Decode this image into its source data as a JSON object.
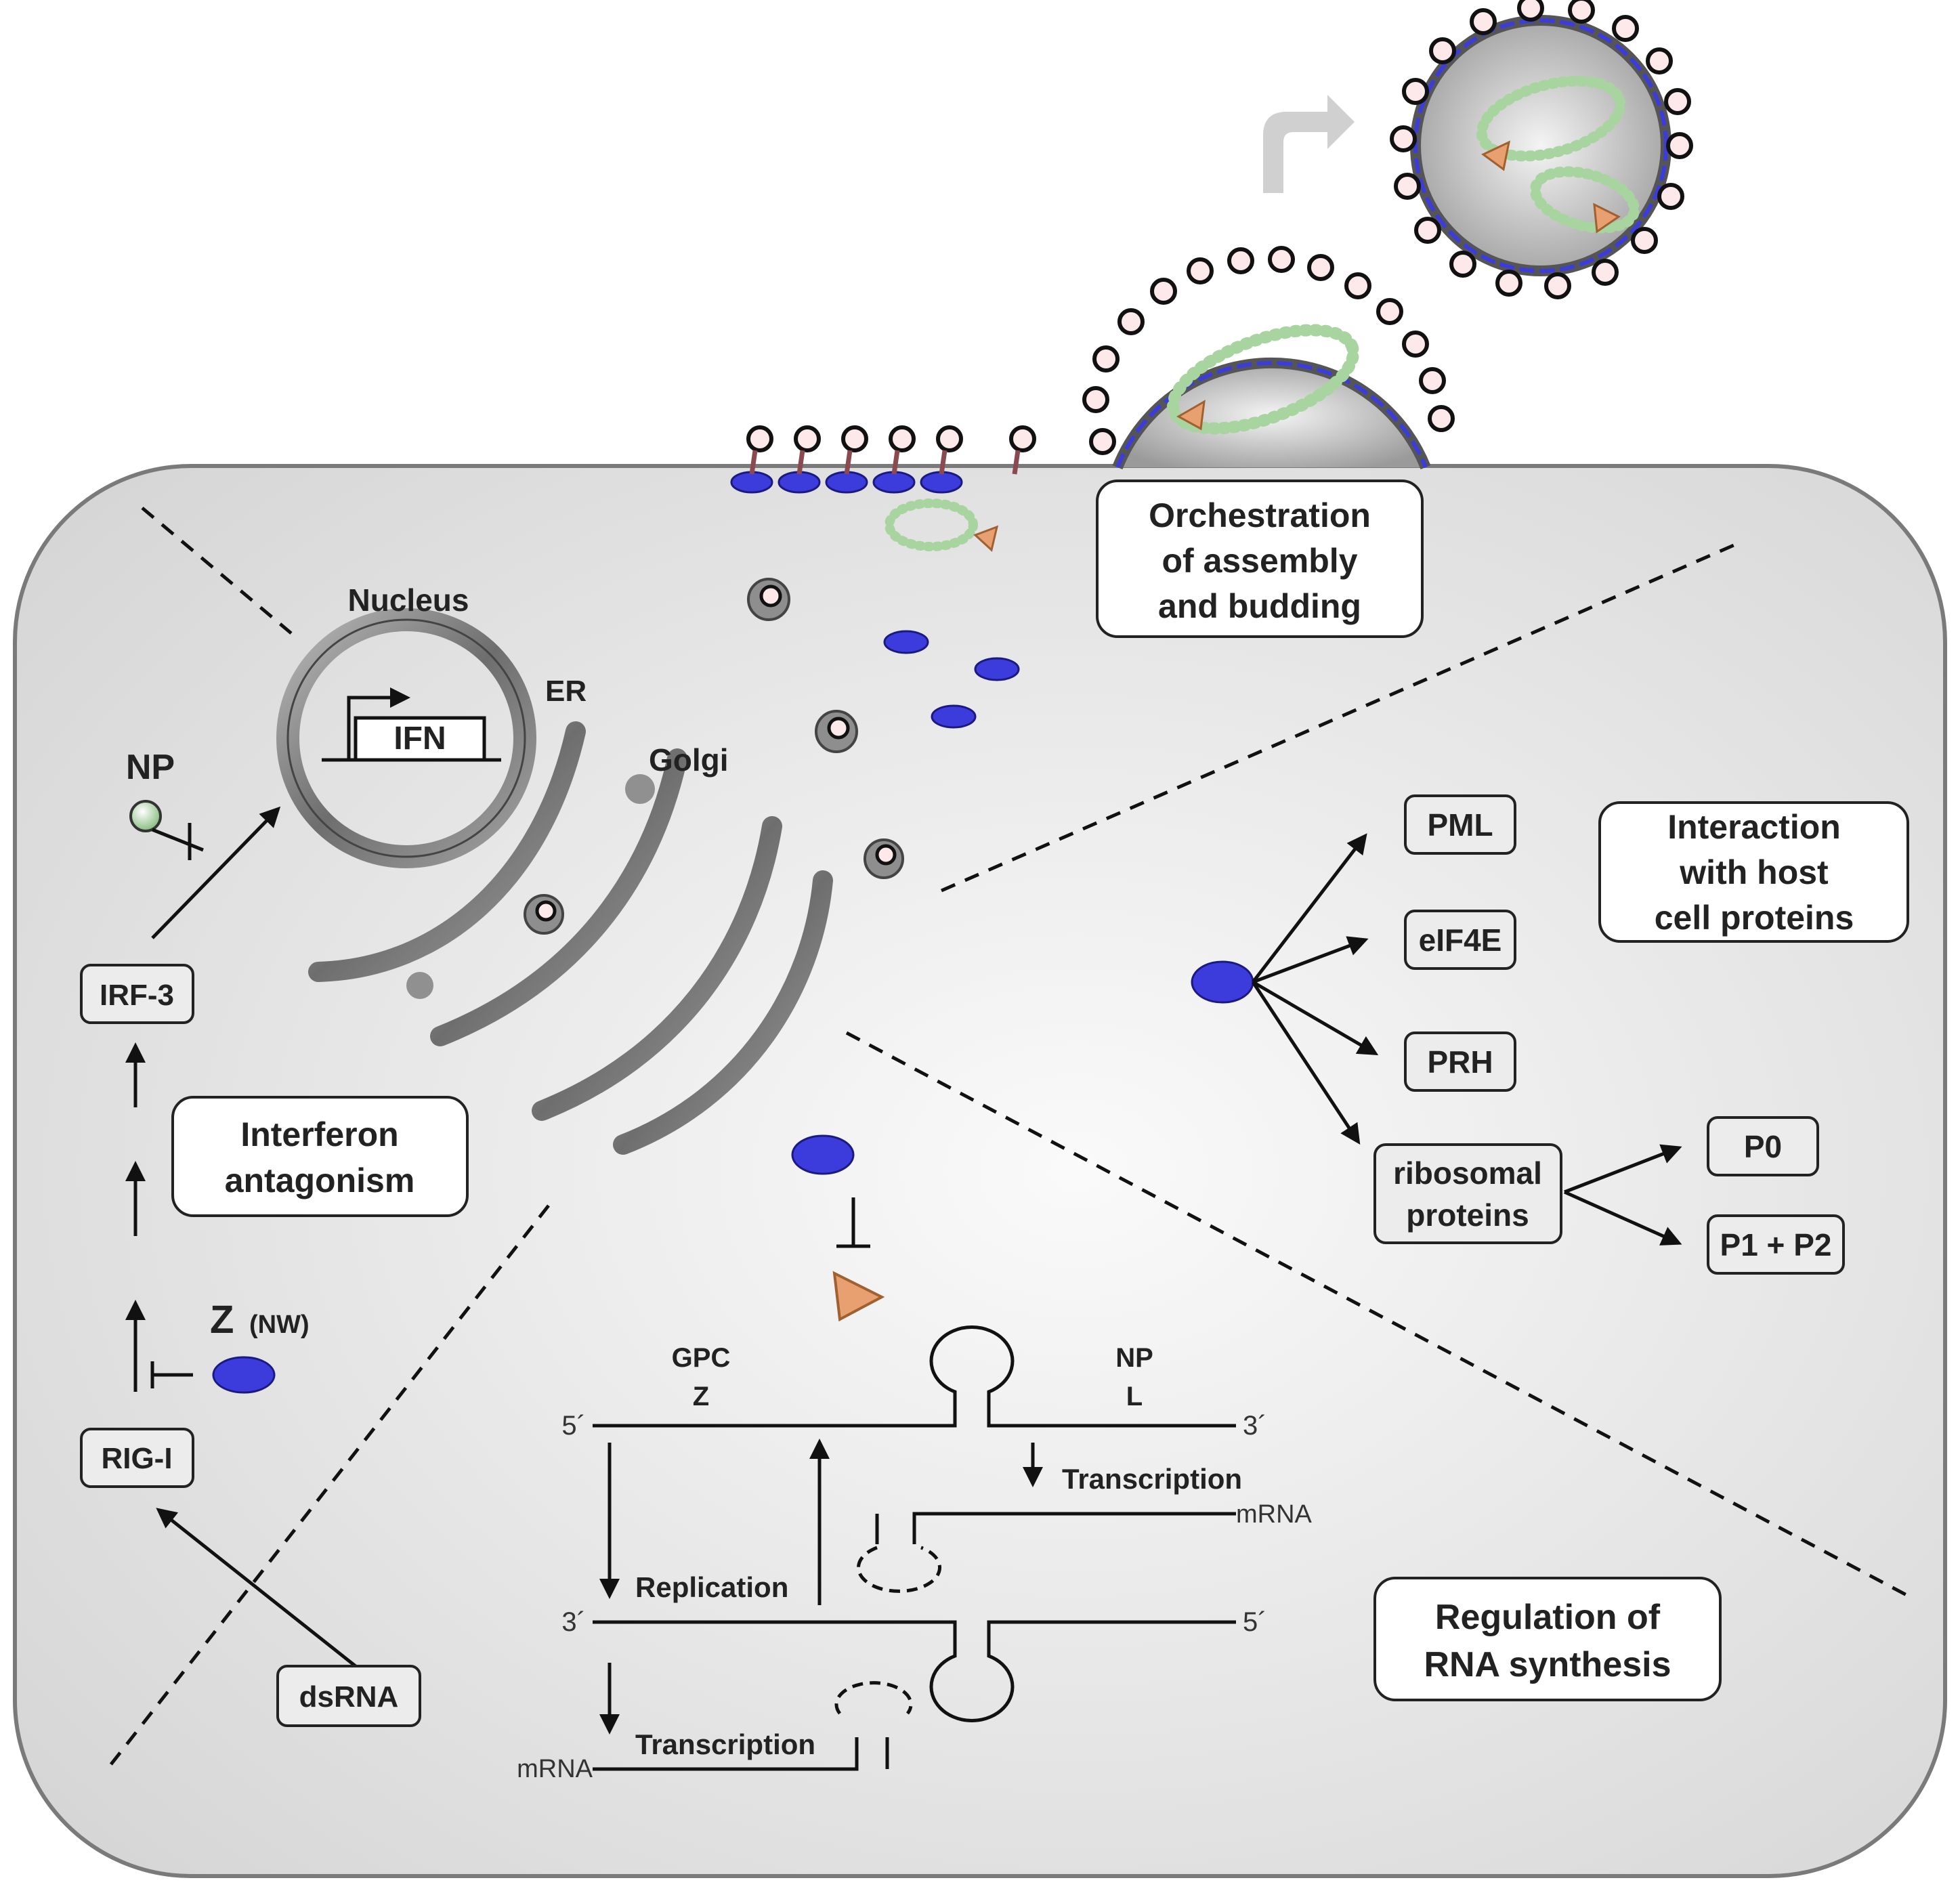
{
  "colors": {
    "z_protein": "#3c3cdc",
    "np_protein": "#a8d4a0",
    "l_polymerase": "#e8a070",
    "cell_fill": "#e8e8e8",
    "organelle": "#8a8a8a"
  },
  "sections": {
    "assembly": [
      "Orchestration",
      "of assembly",
      "and budding"
    ],
    "host": [
      "Interaction",
      "with host",
      "cell proteins"
    ],
    "ifn": [
      "Interferon",
      "antagonism"
    ],
    "rna": [
      "Regulation of",
      "RNA synthesis"
    ]
  },
  "organelles": {
    "nucleus": "Nucleus",
    "er": "ER",
    "golgi": "Golgi",
    "gene": "IFN"
  },
  "ifn_pathway": {
    "np": "NP",
    "z": "Z",
    "z_note": "(NW)",
    "irf3": "IRF-3",
    "rigi": "RIG-I",
    "dsrna": "dsRNA"
  },
  "host_proteins": {
    "pml": "PML",
    "eif4e": "eIF4E",
    "prh": "PRH",
    "ribosomal": [
      "ribosomal",
      "proteins"
    ],
    "p0": "P0",
    "p1p2": "P1 + P2"
  },
  "rna": {
    "gpc": "GPC",
    "z": "Z",
    "np": "NP",
    "l": "L",
    "five_top": "5´",
    "three_top": "3´",
    "three_bottom": "3´",
    "five_bottom": "5´",
    "transcription_top": "Transcription",
    "transcription_bottom": "Transcription",
    "replication": "Replication",
    "mrna_top": "mRNA",
    "mrna_bottom": "mRNA"
  }
}
